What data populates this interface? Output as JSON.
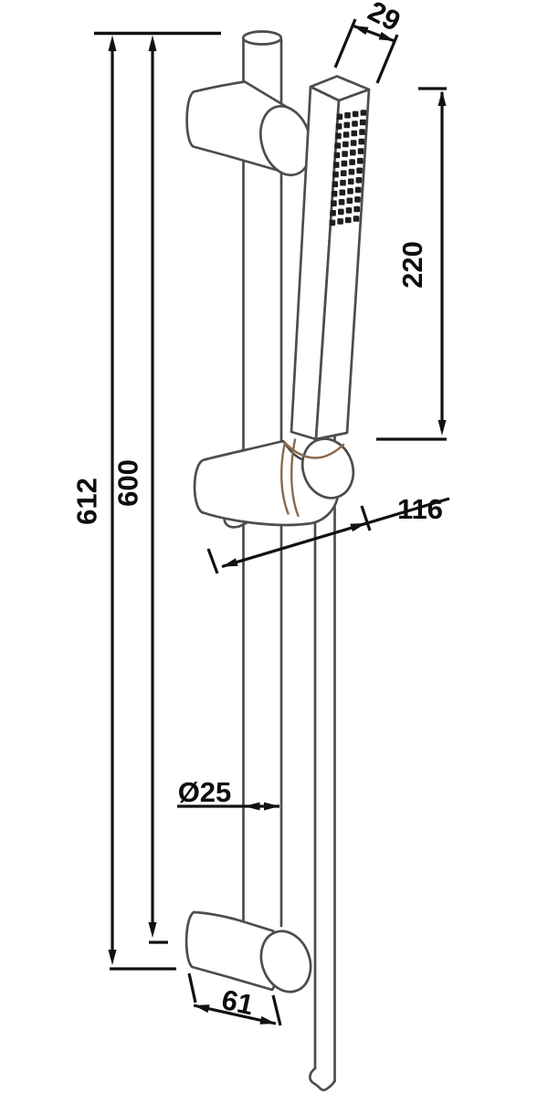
{
  "drawing": {
    "title": "shower-slide-rail-technical-drawing",
    "labels": {
      "overall_height": "612",
      "rail_length": "600",
      "handset_length": "220",
      "handset_width": "29",
      "slider_projection": "116",
      "rail_diameter": "Ø25",
      "bottom_bracket_width": "61"
    },
    "handset": {
      "nozzle_rows": 12,
      "nozzle_cols": 4
    },
    "colors": {
      "outline": "#4d4d4d",
      "dimension": "#111111",
      "accent": "#8a6a4e",
      "background": "#ffffff"
    }
  }
}
